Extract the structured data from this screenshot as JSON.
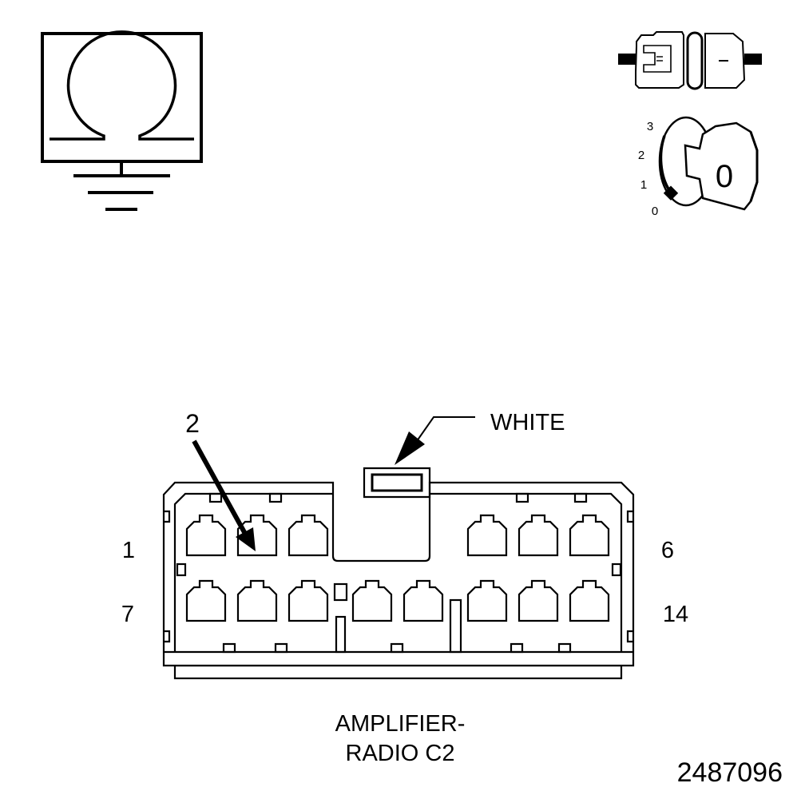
{
  "symbols": {
    "ohmmeter_icon": "ohmmeter-with-ground",
    "connector_icon": "disconnected-connector",
    "ignition_icon": "ignition-key-switch",
    "ignition_key_label": "0",
    "ignition_positions": [
      "3",
      "2",
      "1",
      "0"
    ]
  },
  "connector": {
    "pin_indicator": "2",
    "color_callout": "WHITE",
    "row1_first_pin": "1",
    "row1_last_pin": "6",
    "row2_first_pin": "7",
    "row2_last_pin": "14",
    "name_line1": "AMPLIFIER-",
    "name_line2": "RADIO C2"
  },
  "figure_id": "2487096",
  "colors": {
    "line": "#000000",
    "background": "#ffffff"
  }
}
